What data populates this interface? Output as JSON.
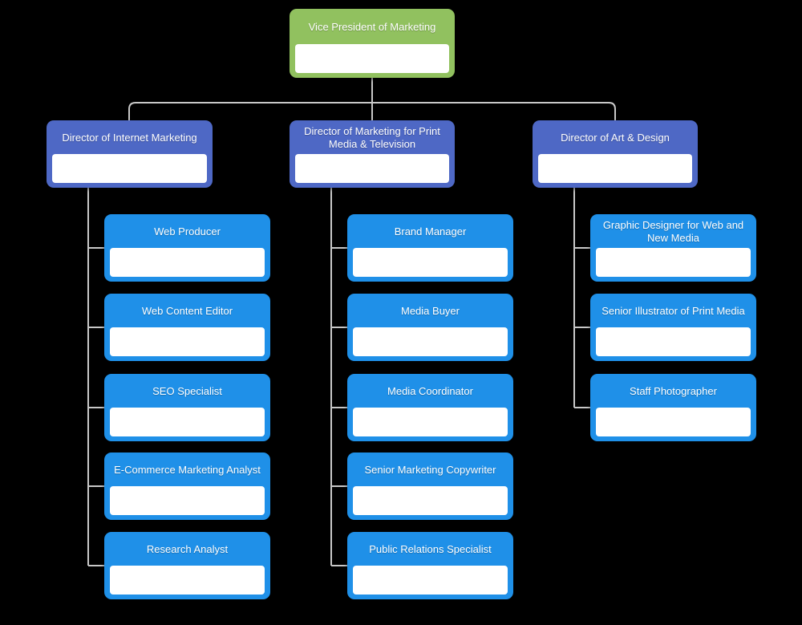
{
  "colors": {
    "background": "#000000",
    "connector": "#C8C8C8",
    "root": "#91C15F",
    "director": "#4E68C5",
    "staff": "#1F90E8",
    "body": "#FFFFFF",
    "header_text": "#FFFFFF"
  },
  "org": {
    "root": {
      "title": "Vice President of Marketing"
    },
    "branches": [
      {
        "title": "Director of Internet Marketing",
        "children": [
          "Web Producer",
          "Web Content Editor",
          "SEO Specialist",
          "E-Commerce Marketing Analyst",
          "Research Analyst"
        ]
      },
      {
        "title": "Director of Marketing for Print Media & Television",
        "children": [
          "Brand Manager",
          "Media Buyer",
          "Media Coordinator",
          "Senior Marketing Copywriter",
          "Public Relations Specialist"
        ]
      },
      {
        "title": "Director of Art & Design",
        "children": [
          "Graphic Designer for Web and New Media",
          "Senior Illustrator of Print Media",
          "Staff Photographer"
        ]
      }
    ]
  }
}
